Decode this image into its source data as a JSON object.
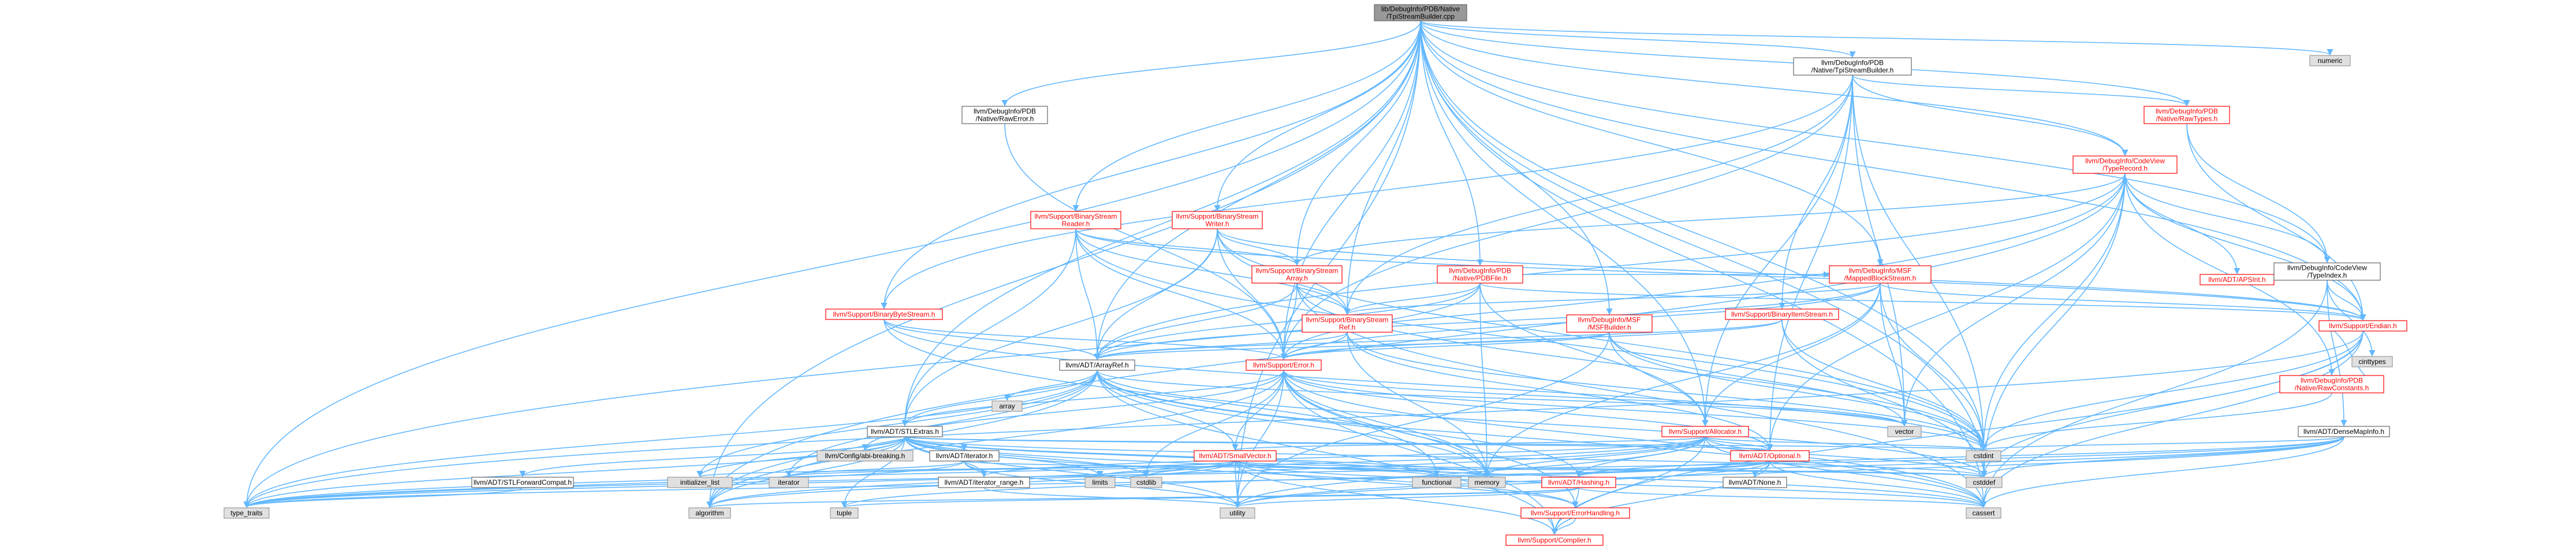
{
  "graph": {
    "colors": {
      "edge": "#63b8ff",
      "root_fill": "#999999",
      "root_stroke": "#666666",
      "normal_fill": "#ffffff",
      "normal_stroke": "#666666",
      "normal_text": "#000000",
      "linked_fill": "#ffffff",
      "linked_stroke": "#ff0000",
      "linked_text": "#ff0000",
      "system_fill": "#e0e0e0",
      "system_stroke": "#999999",
      "system_text": "#000000"
    },
    "nodes": [
      {
        "id": "root",
        "lines": [
          "lib/DebugInfo/PDB/Native",
          "/TpiStreamBuilder.cpp"
        ],
        "kind": "root"
      },
      {
        "id": "numeric",
        "lines": [
          "numeric"
        ],
        "kind": "system"
      },
      {
        "id": "tpi-builder",
        "lines": [
          "llvm/DebugInfo/PDB",
          "/Native/TpiStreamBuilder.h"
        ],
        "kind": "normal"
      },
      {
        "id": "raw-error",
        "lines": [
          "llvm/DebugInfo/PDB",
          "/Native/RawError.h"
        ],
        "kind": "normal"
      },
      {
        "id": "raw-types",
        "lines": [
          "llvm/DebugInfo/PDB",
          "/Native/RawTypes.h"
        ],
        "kind": "linked"
      },
      {
        "id": "bs-reader",
        "lines": [
          "llvm/Support/BinaryStream",
          "Reader.h"
        ],
        "kind": "linked"
      },
      {
        "id": "bs-writer",
        "lines": [
          "llvm/Support/BinaryStream",
          "Writer.h"
        ],
        "kind": "linked"
      },
      {
        "id": "type-record",
        "lines": [
          "llvm/DebugInfo/CodeView",
          "/TypeRecord.h"
        ],
        "kind": "linked"
      },
      {
        "id": "bs-array",
        "lines": [
          "llvm/Support/BinaryStream",
          "Array.h"
        ],
        "kind": "linked"
      },
      {
        "id": "pdbfile",
        "lines": [
          "llvm/DebugInfo/PDB",
          "/Native/PDBFile.h"
        ],
        "kind": "linked"
      },
      {
        "id": "mapped-block",
        "lines": [
          "llvm/DebugInfo/MSF",
          "/MappedBlockStream.h"
        ],
        "kind": "linked"
      },
      {
        "id": "apsint",
        "lines": [
          "llvm/ADT/APSInt.h"
        ],
        "kind": "linked"
      },
      {
        "id": "typeindex",
        "lines": [
          "llvm/DebugInfo/CodeView",
          "/TypeIndex.h"
        ],
        "kind": "normal"
      },
      {
        "id": "binary-byte",
        "lines": [
          "llvm/Support/BinaryByteStream.h"
        ],
        "kind": "linked"
      },
      {
        "id": "bs-ref",
        "lines": [
          "llvm/Support/BinaryStream",
          "Ref.h"
        ],
        "kind": "linked"
      },
      {
        "id": "msf-builder",
        "lines": [
          "llvm/DebugInfo/MSF",
          "/MSFBuilder.h"
        ],
        "kind": "linked"
      },
      {
        "id": "binary-item",
        "lines": [
          "llvm/Support/BinaryItemStream.h"
        ],
        "kind": "linked"
      },
      {
        "id": "endian",
        "lines": [
          "llvm/Support/Endian.h"
        ],
        "kind": "linked"
      },
      {
        "id": "cinttypes",
        "lines": [
          "cinttypes"
        ],
        "kind": "system"
      },
      {
        "id": "arrayref",
        "lines": [
          "llvm/ADT/ArrayRef.h"
        ],
        "kind": "normal"
      },
      {
        "id": "error",
        "lines": [
          "llvm/Support/Error.h"
        ],
        "kind": "linked"
      },
      {
        "id": "raw-constants",
        "lines": [
          "llvm/DebugInfo/PDB",
          "/Native/RawConstants.h"
        ],
        "kind": "linked"
      },
      {
        "id": "array",
        "lines": [
          "array"
        ],
        "kind": "system"
      },
      {
        "id": "stlextras",
        "lines": [
          "llvm/ADT/STLExtras.h"
        ],
        "kind": "normal"
      },
      {
        "id": "allocator",
        "lines": [
          "llvm/Support/Allocator.h"
        ],
        "kind": "linked"
      },
      {
        "id": "vector",
        "lines": [
          "vector"
        ],
        "kind": "system"
      },
      {
        "id": "densemapinfo",
        "lines": [
          "llvm/ADT/DenseMapInfo.h"
        ],
        "kind": "normal"
      },
      {
        "id": "config-breaking",
        "lines": [
          "llvm/Config/abi-breaking.h"
        ],
        "kind": "system"
      },
      {
        "id": "adt-iterator",
        "lines": [
          "llvm/ADT/iterator.h"
        ],
        "kind": "normal"
      },
      {
        "id": "smallvector",
        "lines": [
          "llvm/ADT/SmallVector.h"
        ],
        "kind": "linked"
      },
      {
        "id": "optional",
        "lines": [
          "llvm/ADT/Optional.h"
        ],
        "kind": "linked"
      },
      {
        "id": "cstdint",
        "lines": [
          "cstdint"
        ],
        "kind": "system"
      },
      {
        "id": "stlforward",
        "lines": [
          "llvm/ADT/STLForwardCompat.h"
        ],
        "kind": "normal"
      },
      {
        "id": "initializer-list",
        "lines": [
          "initializer_list"
        ],
        "kind": "system"
      },
      {
        "id": "std-iterator",
        "lines": [
          "iterator"
        ],
        "kind": "system"
      },
      {
        "id": "iterator-range",
        "lines": [
          "llvm/ADT/iterator_range.h"
        ],
        "kind": "normal"
      },
      {
        "id": "limits",
        "lines": [
          "limits"
        ],
        "kind": "system"
      },
      {
        "id": "cstdlib",
        "lines": [
          "cstdlib"
        ],
        "kind": "system"
      },
      {
        "id": "functional",
        "lines": [
          "functional"
        ],
        "kind": "system"
      },
      {
        "id": "memory",
        "lines": [
          "memory"
        ],
        "kind": "system"
      },
      {
        "id": "hashing",
        "lines": [
          "llvm/ADT/Hashing.h"
        ],
        "kind": "linked"
      },
      {
        "id": "adt-none",
        "lines": [
          "llvm/ADT/None.h"
        ],
        "kind": "normal"
      },
      {
        "id": "cstddef",
        "lines": [
          "cstddef"
        ],
        "kind": "system"
      },
      {
        "id": "type-traits",
        "lines": [
          "type_traits"
        ],
        "kind": "system"
      },
      {
        "id": "algorithm",
        "lines": [
          "algorithm"
        ],
        "kind": "system"
      },
      {
        "id": "tuple",
        "lines": [
          "tuple"
        ],
        "kind": "system"
      },
      {
        "id": "utility",
        "lines": [
          "utility"
        ],
        "kind": "system"
      },
      {
        "id": "error-handling",
        "lines": [
          "llvm/Support/ErrorHandling.h"
        ],
        "kind": "linked"
      },
      {
        "id": "cassert",
        "lines": [
          "cassert"
        ],
        "kind": "system"
      },
      {
        "id": "compiler",
        "lines": [
          "llvm/Support/Compiler.h"
        ],
        "kind": "linked"
      }
    ]
  }
}
